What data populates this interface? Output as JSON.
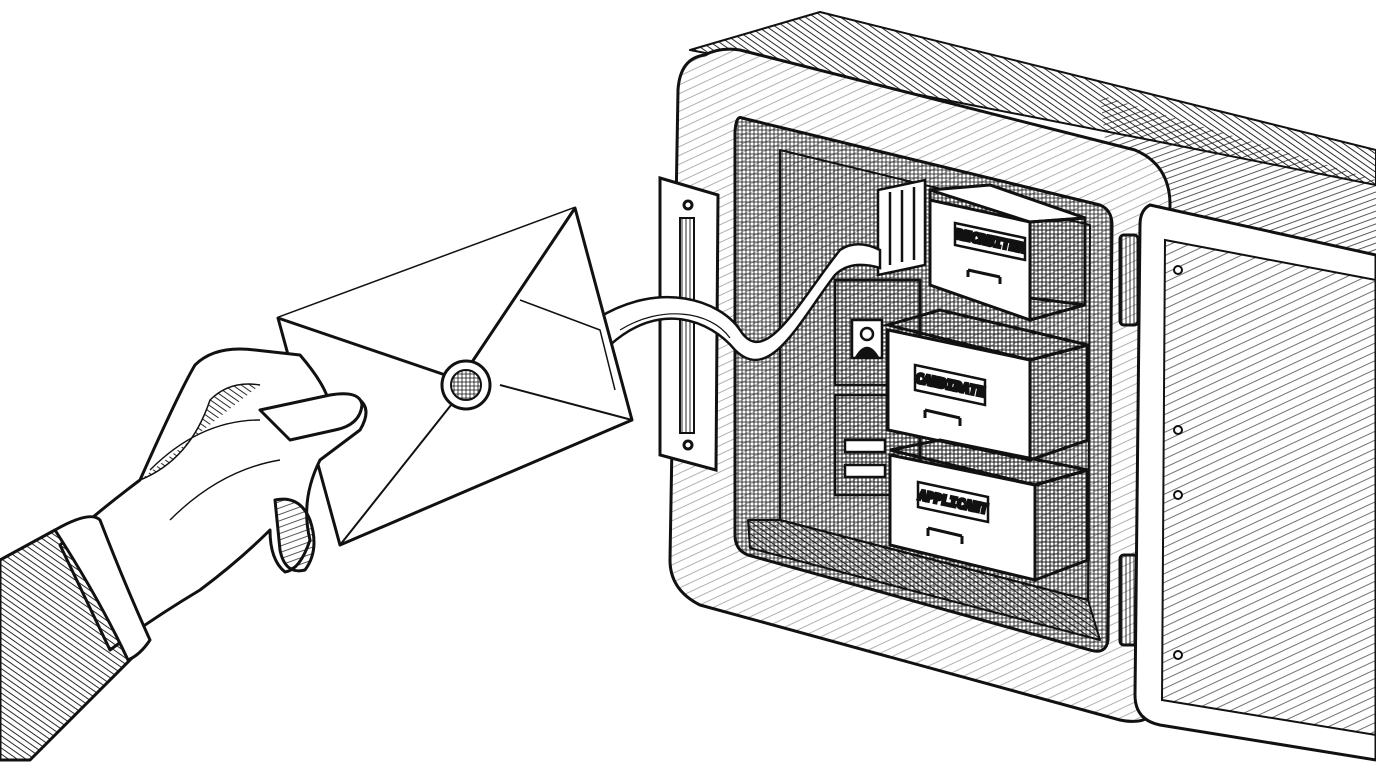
{
  "illustration": {
    "style": "black-and-white pen-and-ink engraving",
    "ink_color": "#111111",
    "paper_color": "#ffffff"
  },
  "drawers": {
    "top": {
      "label": "RECRUITER"
    },
    "middle": {
      "label": "CANDIDATE"
    },
    "bottom": {
      "label": "APPLICANT"
    }
  }
}
